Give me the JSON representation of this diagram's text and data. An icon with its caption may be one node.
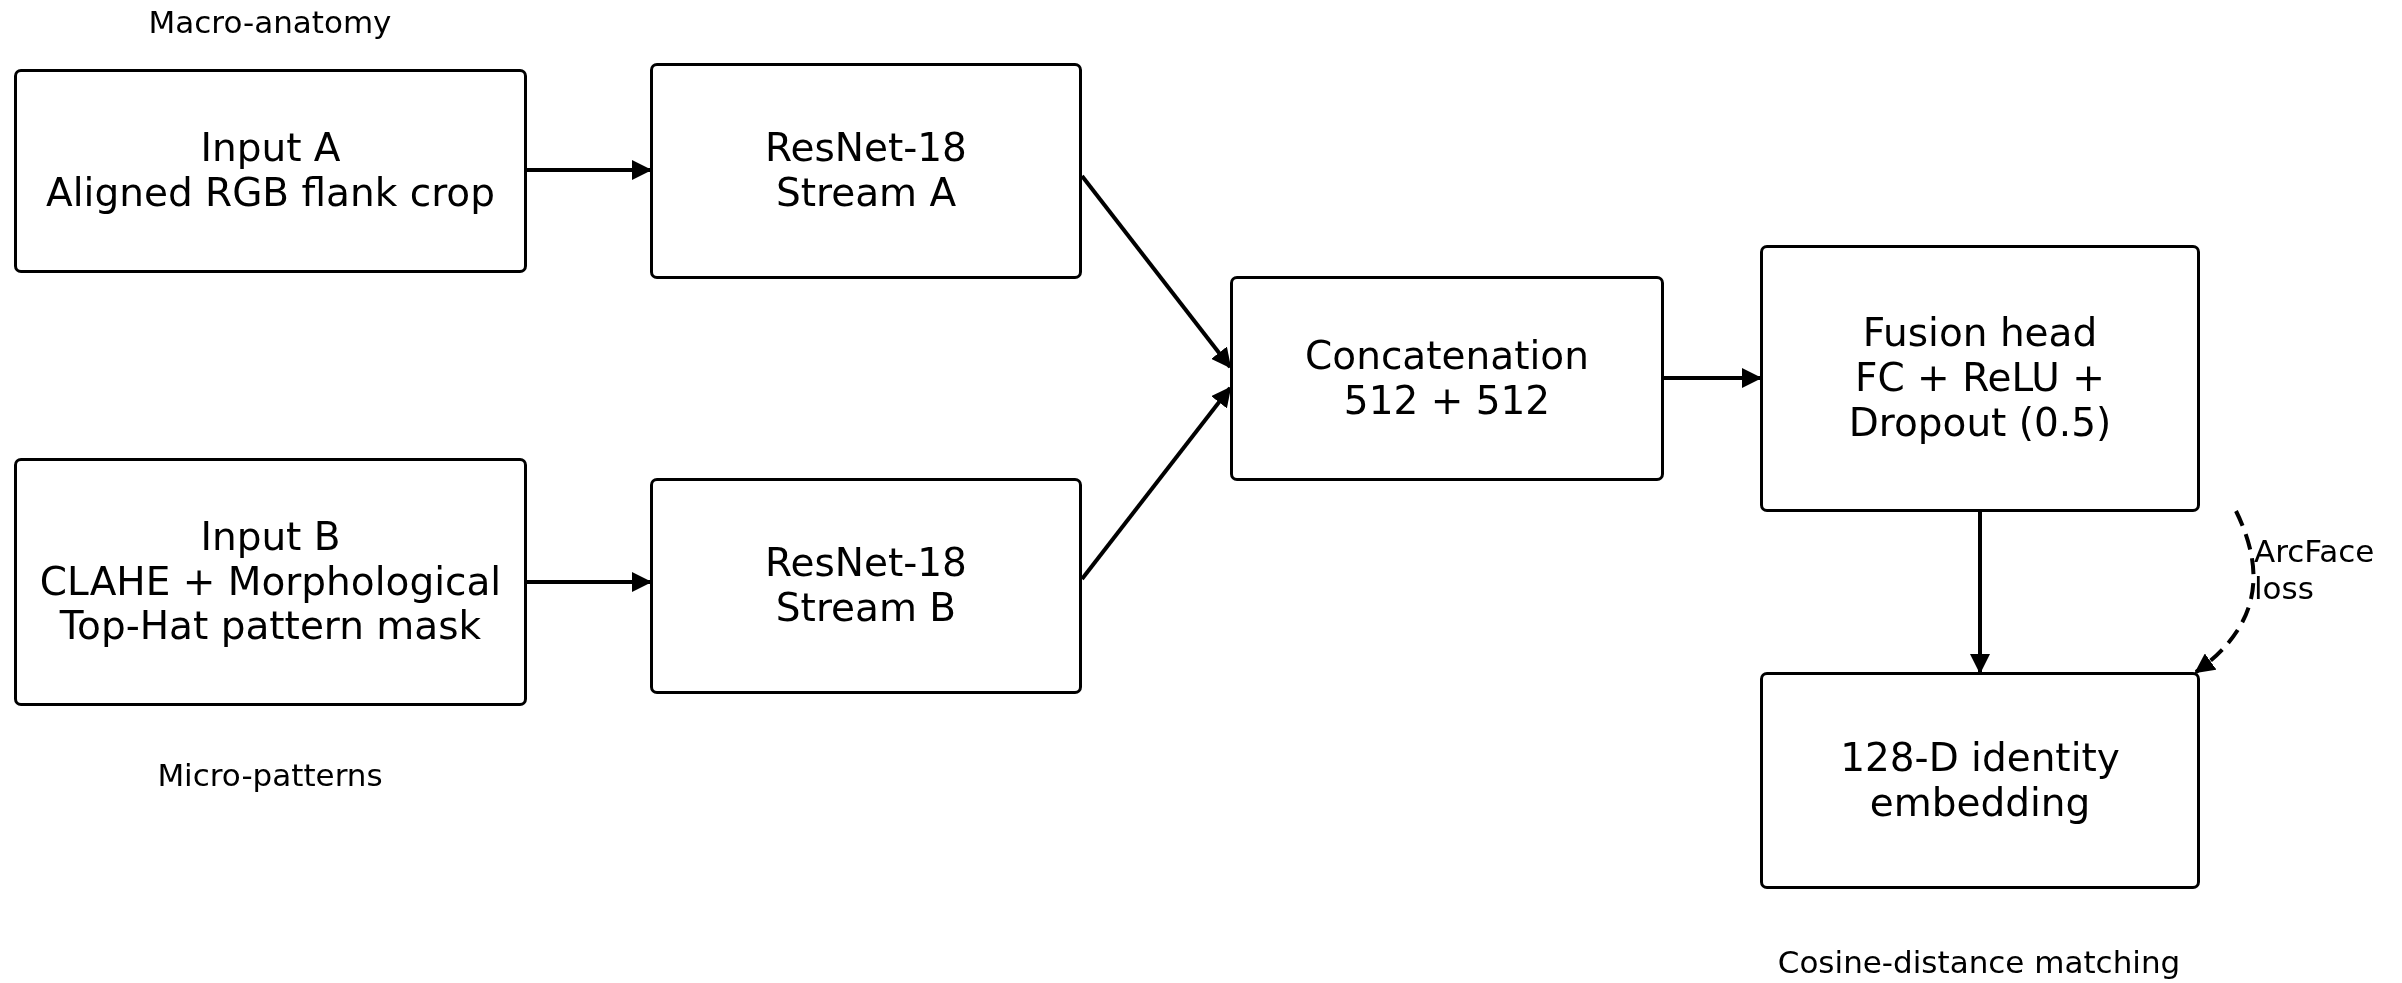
{
  "diagram": {
    "nodes": [
      {
        "text": [
          "Input A",
          "Aligned RGB flank crop"
        ],
        "beside": [
          "Macro-anatomy"
        ]
      },
      {
        "text": [
          "ResNet-18",
          "Stream A"
        ]
      },
      {
        "text": [
          "Input B",
          "CLAHE + Morphological",
          "Top-Hat pattern mask"
        ],
        "beside": [
          "Micro-patterns"
        ]
      },
      {
        "text": [
          "ResNet-18",
          "Stream B"
        ]
      },
      {
        "text": [
          "Concatenation",
          "512 + 512"
        ]
      },
      {
        "text": [
          "Fusion head",
          "FC + ReLU +",
          "Dropout (0.5)"
        ]
      },
      {
        "text": [
          "128-D identity embedding"
        ],
        "beside": [
          "Cosine-distance matching"
        ]
      }
    ],
    "edges": [
      {
        "from": 0,
        "to": 1,
        "arrow": "to"
      },
      {
        "from": 2,
        "to": 3,
        "arrow": "to"
      },
      {
        "from": 1,
        "to": 4,
        "arrow": "to"
      },
      {
        "from": 3,
        "to": 4,
        "arrow": "to"
      },
      {
        "from": 4,
        "to": 5,
        "arrow": "to"
      },
      {
        "from": 5,
        "to": 6,
        "arrow": "to"
      },
      {
        "from": null,
        "to": 6,
        "arrow": "to",
        "style": "dashed",
        "label": "ArcFace loss"
      }
    ]
  }
}
